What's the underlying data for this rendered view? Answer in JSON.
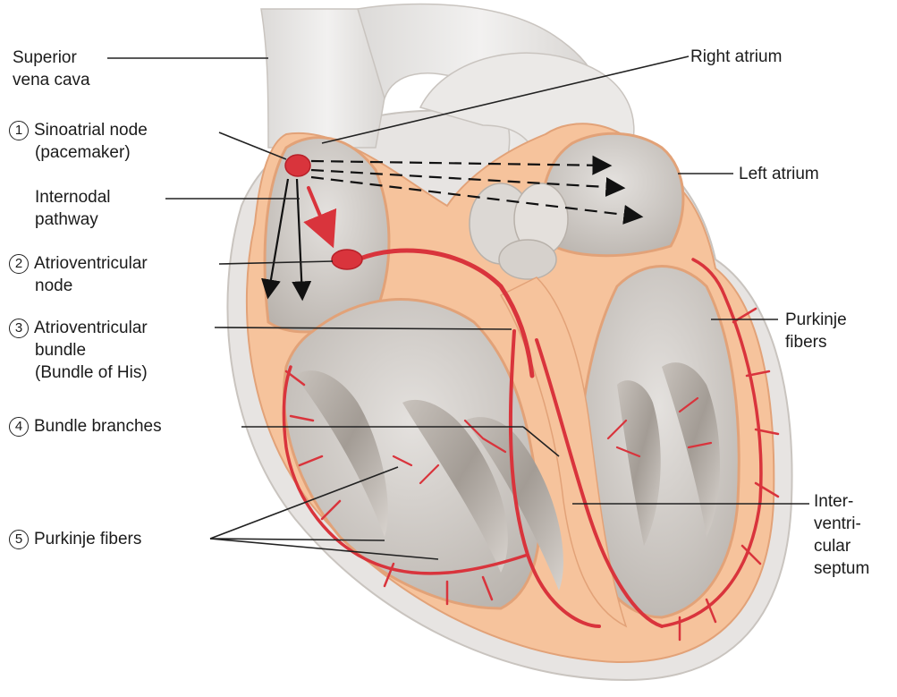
{
  "labels": {
    "superior_vena_cava": [
      "Superior",
      "vena cava"
    ],
    "right_atrium": "Right atrium",
    "left_atrium": "Left atrium",
    "sinoatrial_node": {
      "num": "1",
      "lines": [
        "Sinoatrial node",
        "(pacemaker)"
      ]
    },
    "internodal_pathway": [
      "Internodal",
      "pathway"
    ],
    "atrioventricular_node": {
      "num": "2",
      "lines": [
        "Atrioventricular",
        "node"
      ]
    },
    "atrioventricular_bundle": {
      "num": "3",
      "lines": [
        "Atrioventricular",
        "bundle",
        "(Bundle of His)"
      ]
    },
    "bundle_branches": {
      "num": "4",
      "lines": [
        "Bundle branches"
      ]
    },
    "purkinje_fibers_left": {
      "num": "5",
      "lines": [
        "Purkinje fibers"
      ]
    },
    "purkinje_fibers_right": [
      "Purkinje",
      "fibers"
    ],
    "interventricular_septum": [
      "Inter-",
      "ventri-",
      "cular",
      "septum"
    ]
  },
  "colors": {
    "muscle": "#f6c39c",
    "muscle_edge": "#e2a278",
    "chamber": "#cfcac5",
    "conduction": "#d9343c",
    "vessel": "#e8e6e4"
  }
}
